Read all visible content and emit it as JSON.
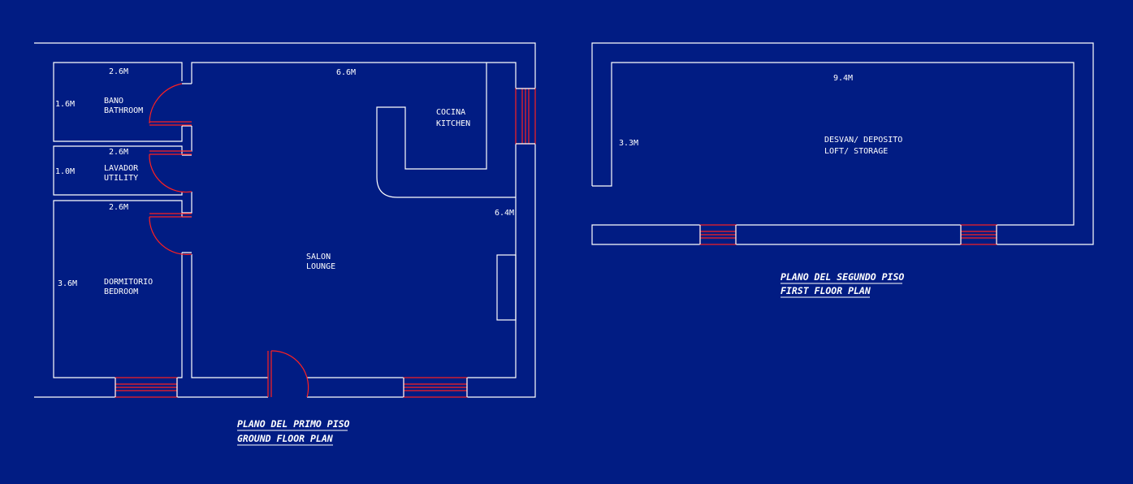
{
  "colors": {
    "background": "#011c83",
    "walls": "#ffffff",
    "openings": "#ff2020"
  },
  "ground_floor": {
    "title_es": "PLANO DEL PRIMO PISO",
    "title_en": "GROUND FLOOR PLAN",
    "rooms": {
      "bathroom": {
        "name_es": "BANO",
        "name_en": "BATHROOM",
        "width": "2.6M",
        "depth": "1.6M"
      },
      "utility": {
        "name_es": "LAVADOR",
        "name_en": "UTILITY",
        "width": "2.6M",
        "depth": "1.0M"
      },
      "bedroom": {
        "name_es": "DORMITORIO",
        "name_en": "BEDROOM",
        "width": "2.6M",
        "depth": "3.6M"
      },
      "kitchen": {
        "name_es": "COCINA",
        "name_en": "KITCHEN"
      },
      "lounge": {
        "name_es": "SALON",
        "name_en": "LOUNGE"
      }
    },
    "dimensions": {
      "main_width": "6.6M",
      "main_depth": "6.4M"
    }
  },
  "first_floor": {
    "title_es": "PLANO DEL SEGUNDO PISO",
    "title_en": "FIRST FLOOR PLAN",
    "rooms": {
      "loft": {
        "name_es": "DESVAN/ DEPOSITO",
        "name_en": "LOFT/ STORAGE",
        "width": "9.4M",
        "depth": "3.3M"
      }
    }
  }
}
